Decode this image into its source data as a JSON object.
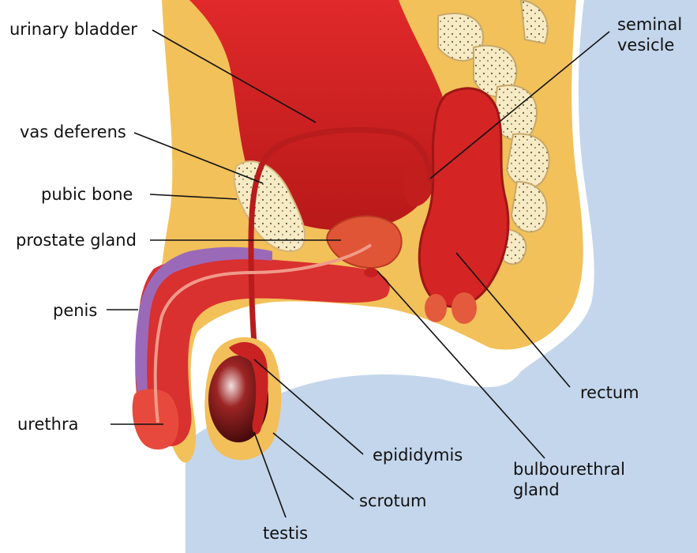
{
  "labels": {
    "urinary_bladder": "urinary bladder",
    "vas_deferens": "vas deferens",
    "pubic_bone": "pubic bone",
    "prostate_gland": "prostate gland",
    "penis": "penis",
    "urethra": "urethra",
    "seminal_vesicle": [
      "seminal",
      "vesicle"
    ],
    "rectum": "rectum",
    "bulbourethral_gland": [
      "bulbourethral",
      "gland"
    ],
    "epididymis": "epididymis",
    "scrotum": "scrotum",
    "testis": "testis"
  },
  "colors": {
    "fat": "#f2c15a",
    "skin_blue": "#c4d6ec",
    "organ_red": "#d32222",
    "organ_dark": "#a31818",
    "bone": "#f6ebc4",
    "spongy_purple": "#9a6ab8",
    "label_line": "#111111"
  }
}
